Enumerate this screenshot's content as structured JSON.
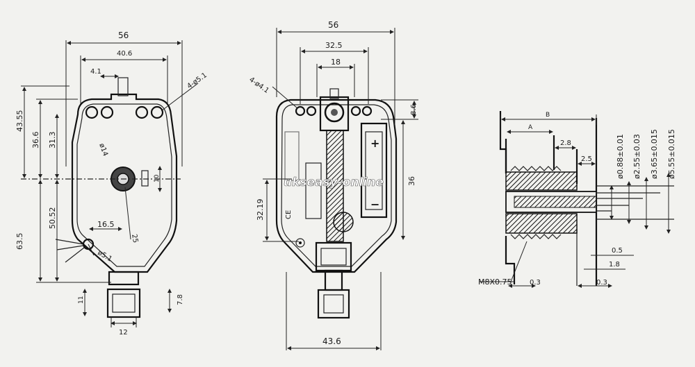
{
  "watermark": "ukseasy-online",
  "left_view": {
    "width_total": "56",
    "width_holes": "40.6",
    "offset_pin": "4.1",
    "hole_callout": "4-ø5.1",
    "h_total_top": "43.55",
    "h_a": "36.6",
    "h_b": "31.3",
    "shaft_dia": "ø14",
    "slot_w": "10",
    "h_lower": "50.52",
    "h_total": "63.5",
    "x_offset": "16.5",
    "angle_dim": "25",
    "small_hole": "ø5.1",
    "tab_h": "11",
    "tab_w": "12",
    "tab_side": "7.8"
  },
  "middle_view": {
    "width_total": "56",
    "width_a": "32.5",
    "width_b": "18",
    "hole_callout": "4-ø4.1",
    "top_gap": "8.6",
    "side_h": "36",
    "h_left": "32.19",
    "bottom_w": "43.6",
    "plus_sign": "+",
    "minus_sign": "−",
    "ce_mark": "CE"
  },
  "right_view": {
    "dim_b": "B",
    "dim_a": "A",
    "d_28": "2.8",
    "d_25": "2.5",
    "dia1": "ø0.88±0.01",
    "dia2": "ø2.55±0.03",
    "dia3": "ø3.65±0.015",
    "dia4": "ø5.55±0.015",
    "d_05": "0.5",
    "d_18": "1.8",
    "thread": "M8X0.75",
    "d_03a": "0.3",
    "d_03b": "0.3"
  }
}
